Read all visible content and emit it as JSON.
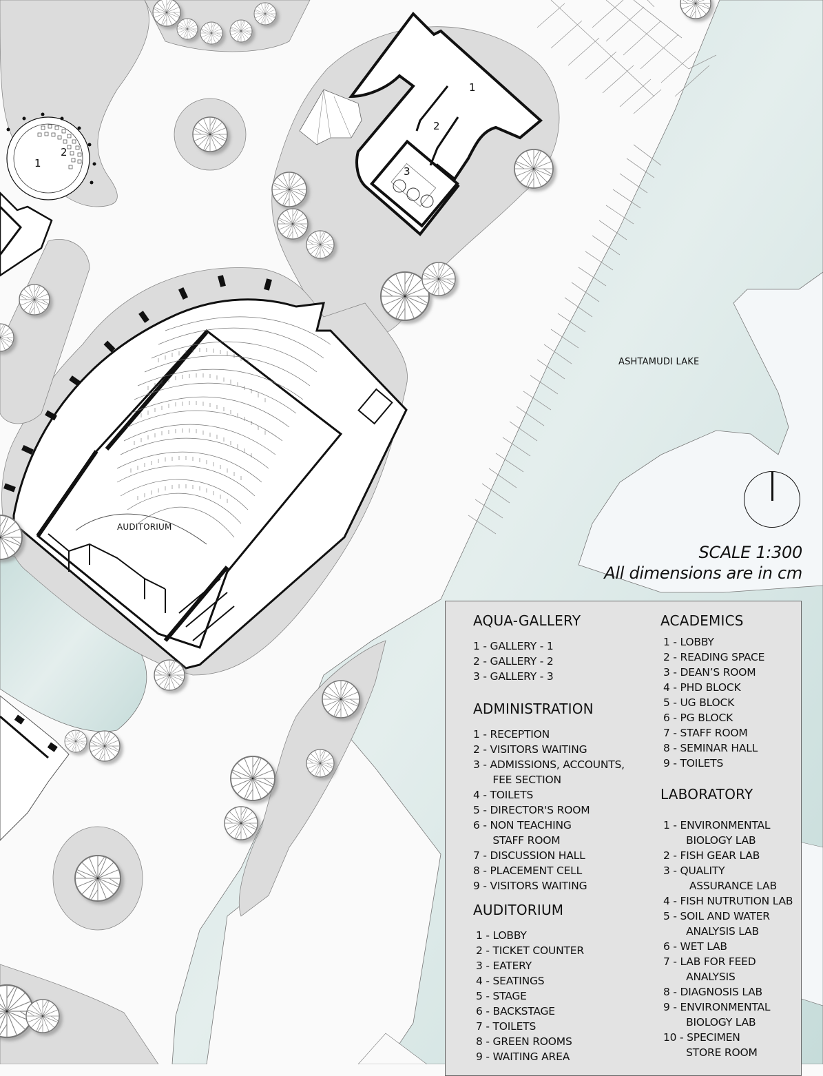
{
  "map": {
    "lake_label": "ASHTAMUDI LAKE",
    "auditorium_label": "AUDITORIUM",
    "aqua_gallery_rooms": [
      "1",
      "2",
      "3"
    ],
    "admin_pavilion_rooms": [
      "1",
      "2"
    ],
    "colors": {
      "background": "#fafafa",
      "paving": "#dcdcdc",
      "lake": "#cfe3e1",
      "walls": "#111111",
      "legend_bg": "#e3e3e3"
    }
  },
  "north_arrow": {
    "icon": "north-arrow-icon"
  },
  "scale": {
    "ratio": "SCALE 1:300",
    "units": "All dimensions are in cm"
  },
  "legend": {
    "aqua_gallery": {
      "title": "AQUA-GALLERY",
      "items": [
        "1 - GALLERY - 1",
        "2 - GALLERY - 2",
        "3 - GALLERY - 3"
      ]
    },
    "administration": {
      "title": "ADMINISTRATION",
      "items": [
        "1 - RECEPTION",
        "2 - VISITORS WAITING",
        "3 - ADMISSIONS, ACCOUNTS,",
        "      FEE SECTION",
        "4 - TOILETS",
        "5 - DIRECTOR'S ROOM",
        "6 - NON TEACHING",
        "      STAFF ROOM",
        "7 - DISCUSSION HALL",
        "8 - PLACEMENT CELL",
        "9 - VISITORS WAITING"
      ]
    },
    "auditorium": {
      "title": "AUDITORIUM",
      "items": [
        "1 - LOBBY",
        "2 - TICKET COUNTER",
        "3 - EATERY",
        "4 - SEATINGS",
        "5 - STAGE",
        "6 - BACKSTAGE",
        "7 - TOILETS",
        "8 - GREEN ROOMS",
        "9 - WAITING AREA"
      ]
    },
    "academics": {
      "title": "ACADEMICS",
      "items": [
        "1 - LOBBY",
        "2 - READING SPACE",
        "3 - DEAN’S ROOM",
        "4 - PHD BLOCK",
        "5 - UG BLOCK",
        "6 - PG BLOCK",
        "7 - STAFF ROOM",
        "8 - SEMINAR HALL",
        "9 - TOILETS"
      ]
    },
    "laboratory": {
      "title": "LABORATORY",
      "items": [
        "1 - ENVIRONMENTAL",
        "       BIOLOGY LAB",
        "2 - FISH GEAR LAB",
        "3 - QUALITY",
        "        ASSURANCE LAB",
        "4 - FISH NUTRUTION LAB",
        "5 - SOIL AND WATER",
        "       ANALYSIS LAB",
        "6 - WET LAB",
        "7 - LAB FOR FEED",
        "       ANALYSIS",
        "8 - DIAGNOSIS LAB",
        "9 - ENVIRONMENTAL",
        "       BIOLOGY LAB",
        "10 - SPECIMEN",
        "       STORE ROOM"
      ]
    }
  }
}
